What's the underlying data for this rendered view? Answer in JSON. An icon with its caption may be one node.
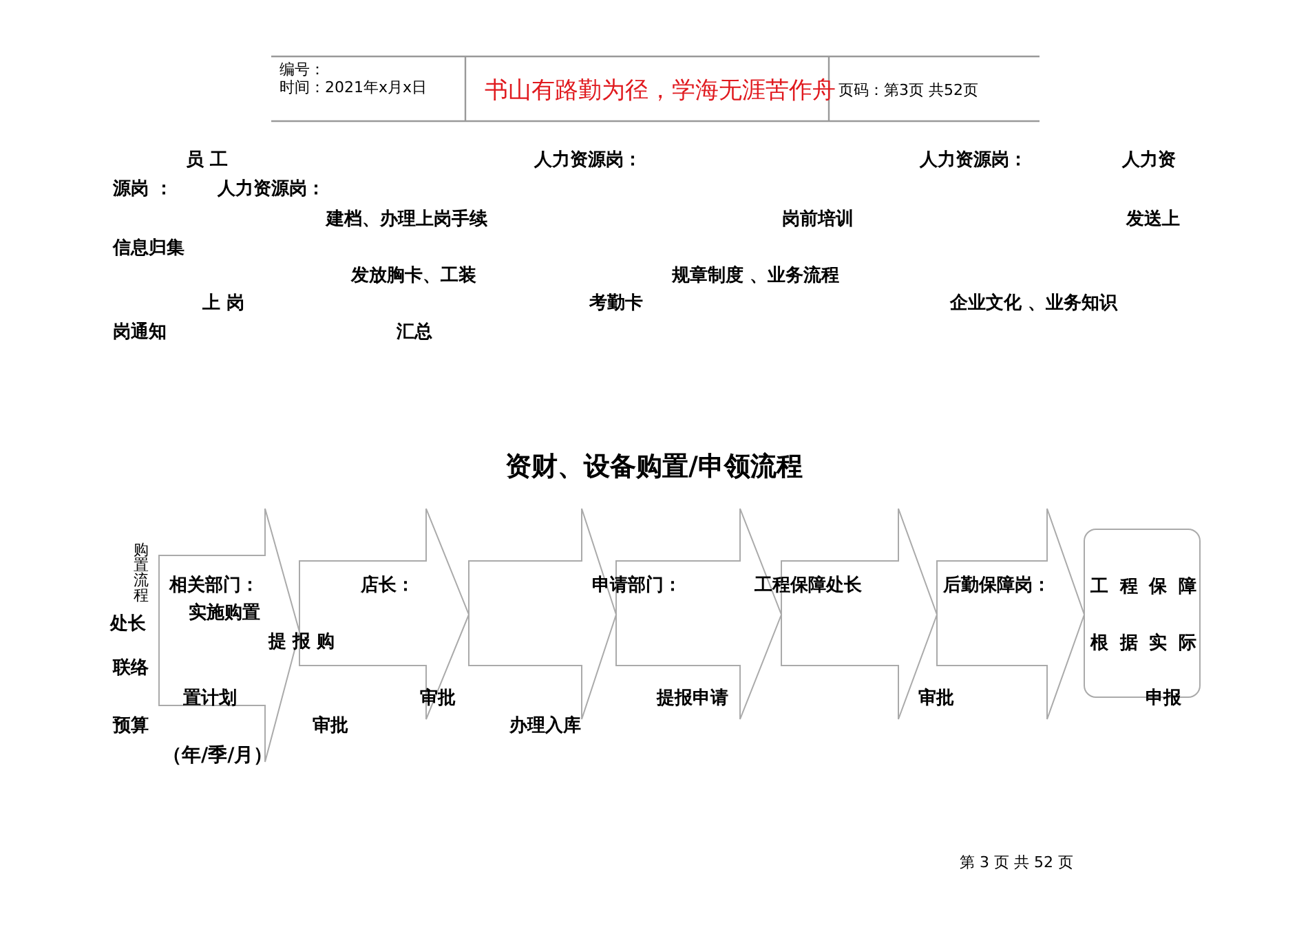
{
  "diagram": {
    "title": "资财、设备购置/申领流程",
    "nodes": [
      {
        "text": [],
        "shape": "arrow"
      },
      {
        "text": [],
        "shape": "arrow"
      },
      {
        "text": [],
        "shape": "arrow"
      },
      {
        "text": [],
        "shape": "arrow"
      },
      {
        "text": [],
        "shape": "arrow"
      },
      {
        "text": [],
        "shape": "arrow"
      },
      {
        "text": [
          "工程保障",
          "根据实际"
        ]
      }
    ],
    "labels": [
      "编号：",
      "时间：2021年x月x日",
      "书山有路勤为径，学海无涯苦作舟",
      "页码：第3页 共52页",
      "员 工",
      "人力资源岗：",
      "人力资源岗：",
      "人力资",
      "源岗 ：",
      "人力资源岗：",
      "建档、办理上岗手续",
      "岗前培训",
      "发送上",
      "信息归集",
      "发放胸卡、工装",
      "规章制度 、业务流程",
      "上 岗",
      "考勤卡",
      "企业文化 、业务知识",
      "岗通知",
      "汇总",
      "购置流程",
      "相关部门：",
      "店长：",
      "申请部门：",
      "工程保障处长",
      "后勤保障岗：",
      "处长",
      "实施购置",
      "提 报 购",
      "联络",
      "置计划",
      "审批",
      "提报申请",
      "审批",
      "申报",
      "预算",
      "审批",
      "办理入库",
      "（年/季/月）",
      "第 3 页 共 52 页"
    ]
  }
}
